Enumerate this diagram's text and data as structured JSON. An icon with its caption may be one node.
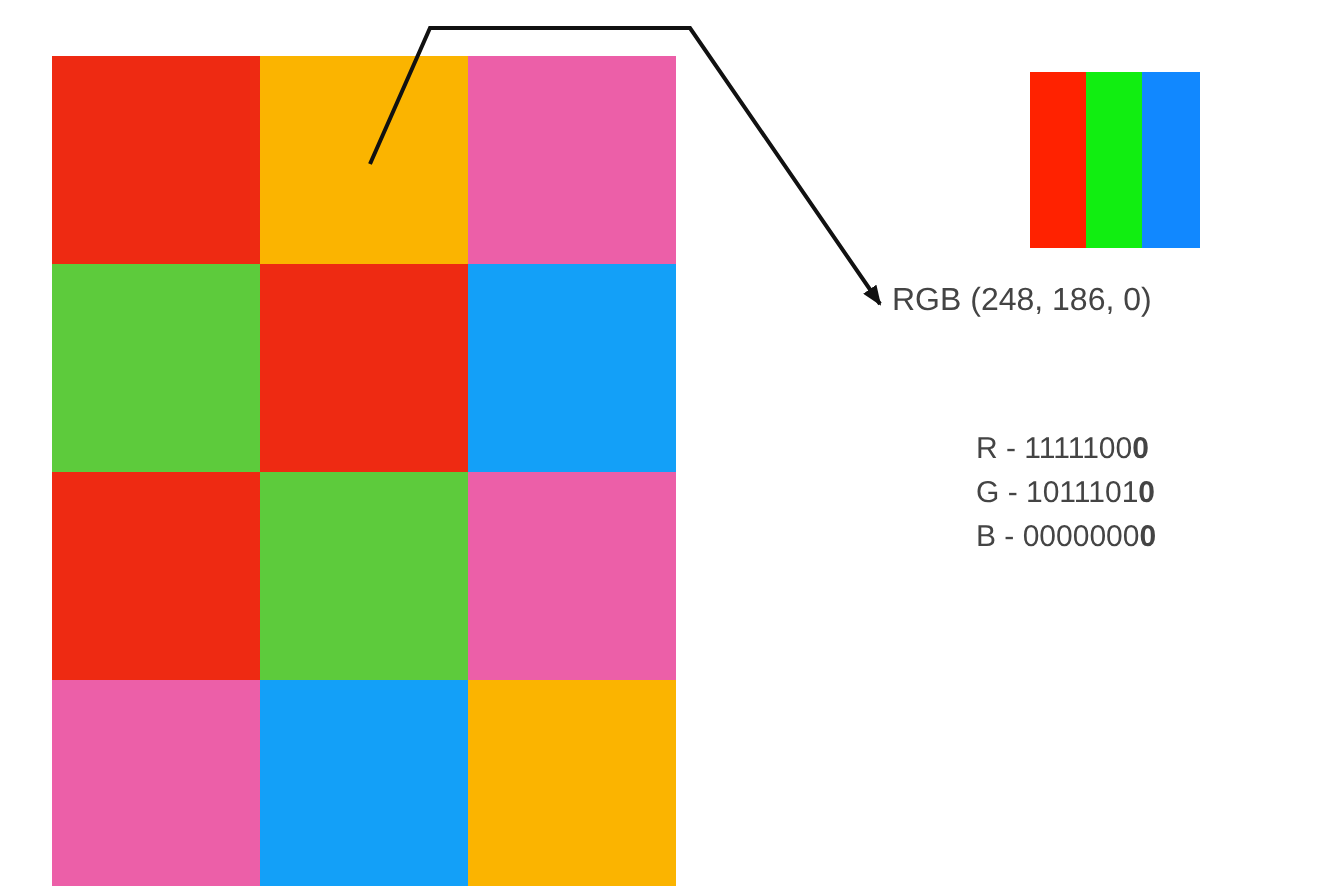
{
  "diagram": {
    "nodes": [
      {
        "text": [],
        "shape": "box"
      },
      {
        "text": [],
        "shape": "box"
      },
      {
        "text": [],
        "shape": "box"
      },
      {
        "text": [],
        "shape": "box"
      },
      {
        "text": [],
        "shape": "box"
      },
      {
        "text": [],
        "shape": "box"
      },
      {
        "text": [],
        "shape": "box"
      },
      {
        "text": [],
        "shape": "box"
      },
      {
        "text": [],
        "shape": "box"
      },
      {
        "text": [],
        "shape": "box"
      },
      {
        "text": [],
        "shape": "box"
      },
      {
        "text": [],
        "shape": "box"
      },
      {
        "text": [
          "RGB (248, 186, 0)"
        ]
      }
    ],
    "edges": [
      {
        "from": 1,
        "to": 12,
        "arrow": "to"
      }
    ],
    "labels": [
      "R - 1111100**0**",
      "G - 1011101**0**",
      "B - 0000000**0**"
    ]
  }
}
